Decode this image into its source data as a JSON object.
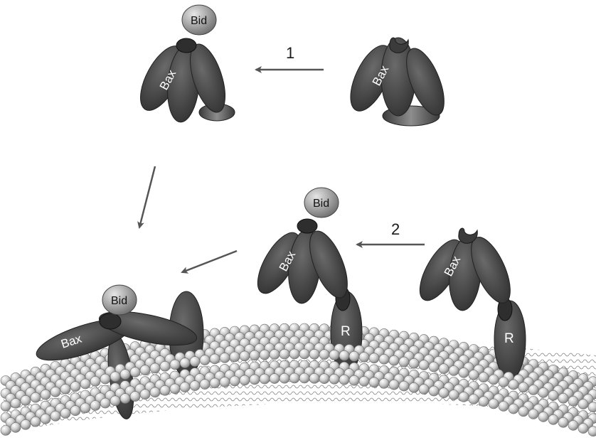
{
  "labels": {
    "bid": "Bid",
    "bax": "Bax",
    "receptor": "R",
    "step_1": "1",
    "step_2": "2"
  },
  "colors": {
    "background": "#ffffff",
    "protein": "#4a4a4a",
    "bid": "#a8a8a8",
    "membrane_sphere": "#d0d0d0",
    "arrow": "#555555"
  }
}
